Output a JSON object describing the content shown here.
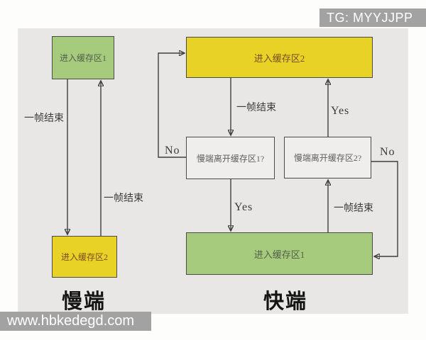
{
  "watermarks": {
    "top": "TG: MYYJJPP",
    "bottom": "www.hbkedegd.com"
  },
  "colors": {
    "diagram_bg": "#e8e7e5",
    "watermark_bg": "#a2a2a2",
    "green": "#a7cb7d",
    "yellow": "#e9d226",
    "box_bg": "#efeeec",
    "border": "#4a4a48",
    "line": "#3f3f3f",
    "green_text": "#50604a",
    "yellow_text": "#7b4a22",
    "plain_text": "#5f5f5d",
    "label": "#3a3a38"
  },
  "left_chart": {
    "title": "慢端",
    "enter_buffer1": "进入缓存区1",
    "enter_buffer2": "进入缓存区2",
    "frame_end_down": "一帧结束",
    "frame_end_up": "一帧结束"
  },
  "right_chart": {
    "title": "快端",
    "enter_buffer2": "进入缓存区2",
    "question_leave_buffer1": "慢端离开缓存区1?",
    "question_leave_buffer2": "慢端离开缓存区2?",
    "enter_buffer1": "进入缓存区1",
    "frame_end_top": "一帧结束",
    "frame_end_bottom": "一帧结束",
    "yes_down": "Yes",
    "yes_up": "Yes",
    "no_left": "No",
    "no_right": "No"
  }
}
